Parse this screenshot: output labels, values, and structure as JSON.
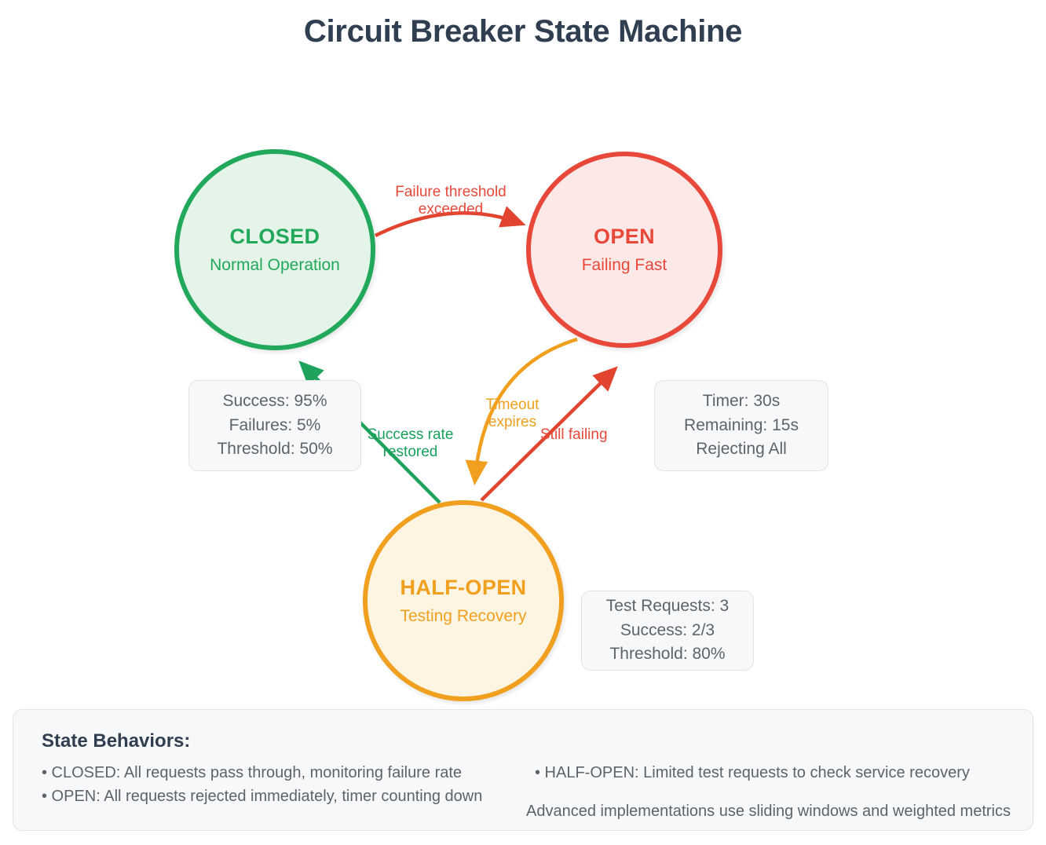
{
  "title": "Circuit Breaker State Machine",
  "colors": {
    "closed": "#22a85a",
    "closed_fill": "#e4f4e9",
    "open": "#e8483a",
    "open_fill": "#fce9e7",
    "half_open": "#f0a01e",
    "half_open_fill": "#fdf5e2",
    "title_text": "#2f3e50",
    "box_fill": "#f7f8f9",
    "box_text": "#5d6368"
  },
  "states": {
    "closed": {
      "name": "CLOSED",
      "subtitle": "Normal Operation",
      "metrics": [
        "Success: 95%",
        "Failures: 5%",
        "Threshold: 50%"
      ]
    },
    "open": {
      "name": "OPEN",
      "subtitle": "Failing Fast",
      "metrics": [
        "Timer: 30s",
        "Remaining: 15s",
        "Rejecting All"
      ]
    },
    "half_open": {
      "name": "HALF-OPEN",
      "subtitle": "Testing Recovery",
      "metrics": [
        "Test Requests: 3",
        "Success: 2/3",
        " Threshold: 80%"
      ]
    }
  },
  "transitions": {
    "closed_to_open": "Failure threshold\nexceeded",
    "half_open_to_closed": "Success rate\nrestored",
    "open_to_half_open": "Timeout\nexpires",
    "half_open_to_open": "Still failing"
  },
  "legend": {
    "title": "State Behaviors:",
    "left_items": [
      "• CLOSED: All requests pass through, monitoring failure rate",
      "• OPEN: All requests rejected immediately, timer counting down"
    ],
    "right_items": [
      "• HALF-OPEN: Limited test requests to check service recovery"
    ],
    "note": "Advanced implementations use sliding windows and weighted metrics"
  }
}
